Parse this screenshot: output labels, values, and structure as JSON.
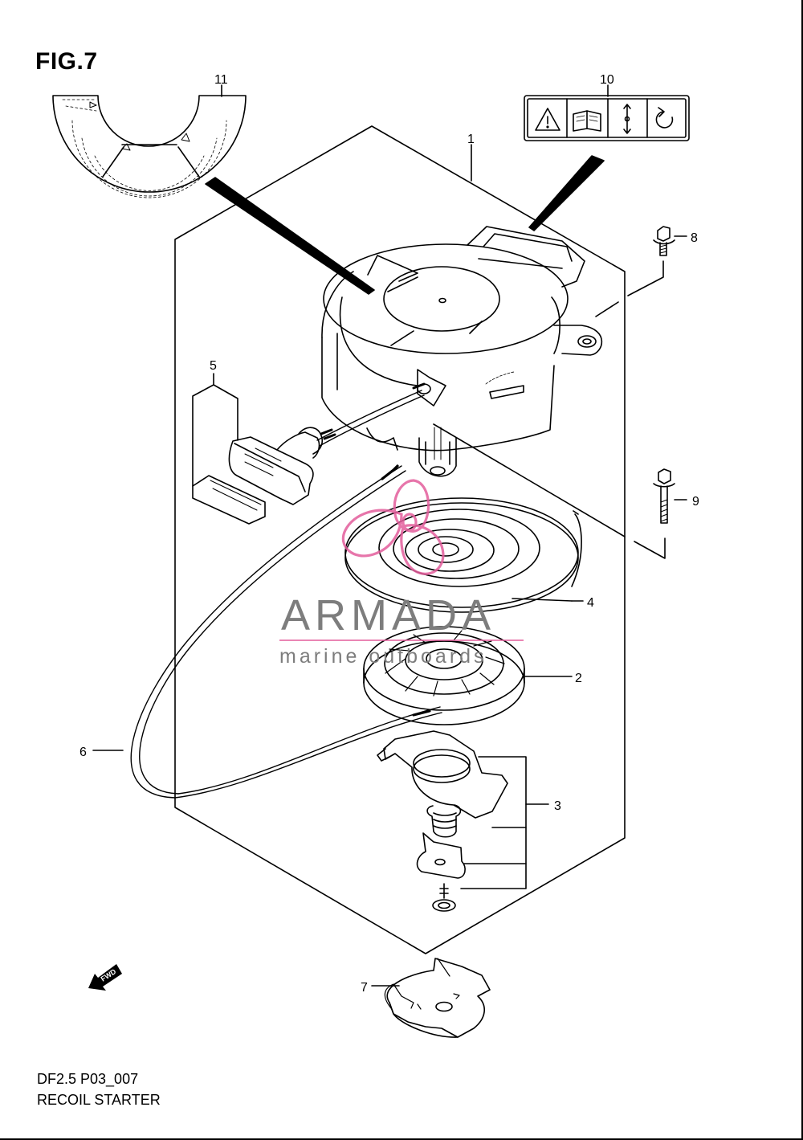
{
  "figure": {
    "title": "FIG.7",
    "code": "DF2.5 P03_007",
    "name": "RECOIL STARTER"
  },
  "callouts": {
    "c1": "1",
    "c2": "2",
    "c3": "3",
    "c4": "4",
    "c5": "5",
    "c6": "6",
    "c7": "7",
    "c8": "8",
    "c9": "9",
    "c10": "10",
    "c11": "11"
  },
  "watermark": {
    "brand": "ARMADA",
    "tagline": "marine outboards",
    "color": "#e35d9c"
  },
  "fwd_label": "FWD",
  "colors": {
    "line": "#000000",
    "watermark_text": "#7d7d7d",
    "watermark_logo": "#e35d9c"
  }
}
